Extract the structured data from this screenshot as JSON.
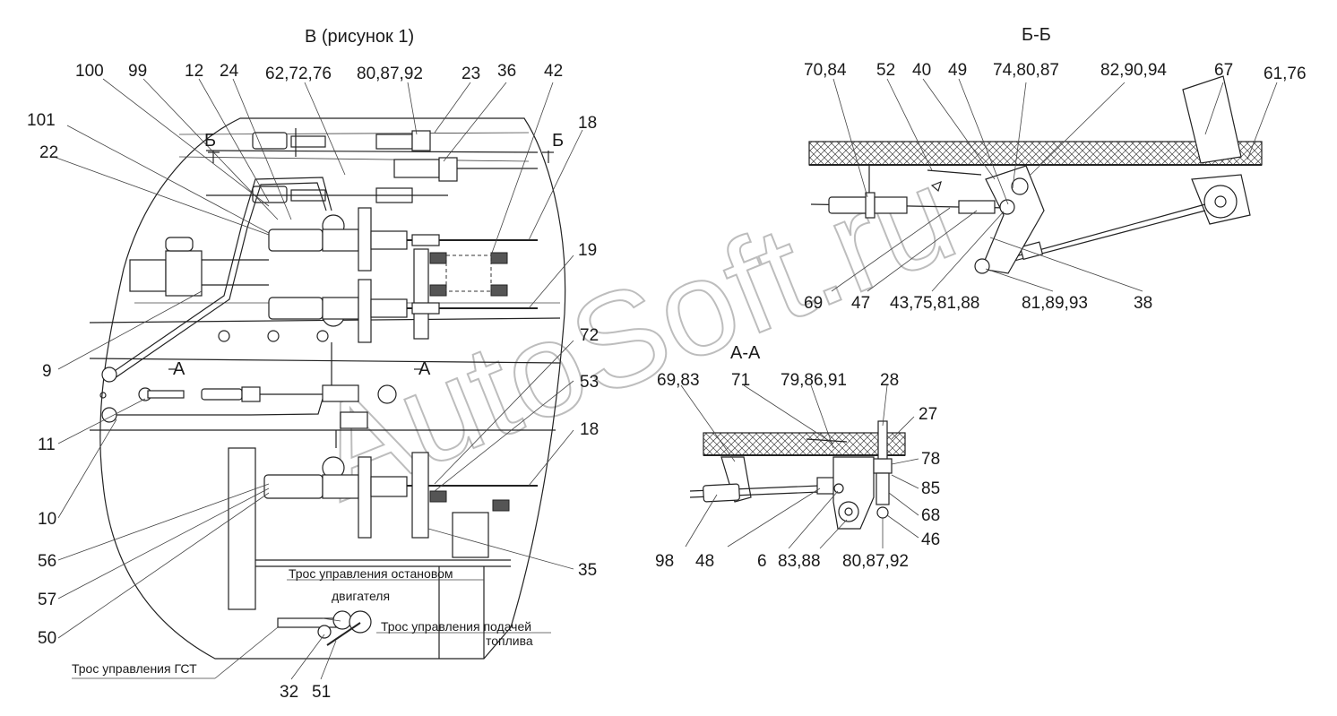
{
  "views": {
    "main": {
      "title": "В (рисунок 1)",
      "section_marks": {
        "b_left": "Б",
        "b_right": "Б",
        "a_left": "А",
        "a_right": "А"
      },
      "labels": {
        "l100": "100",
        "l99": "99",
        "l12": "12",
        "l24": "24",
        "l62": "62,72,76",
        "l80": "80,87,92",
        "l23": "23",
        "l36": "36",
        "l42": "42",
        "l18a": "18",
        "l101": "101",
        "l22": "22",
        "l19": "19",
        "l9": "9",
        "l72": "72",
        "l53": "53",
        "l18b": "18",
        "l11": "11",
        "l10": "10",
        "l56": "56",
        "l35": "35",
        "l57": "57",
        "l50": "50",
        "l32": "32",
        "l51": "51"
      },
      "notes": {
        "stop_cable_1": "Трос управления остановом",
        "stop_cable_2": "двигателя",
        "fuel_cable_1": "Трос управления подачей",
        "fuel_cable_2": "топлива",
        "gst_cable": "Трос управления ГСТ"
      }
    },
    "section_bb": {
      "title": "Б-Б",
      "labels": {
        "l70": "70,84",
        "l52": "52",
        "l40": "40",
        "l49": "49",
        "l74": "74,80,87",
        "l82": "82,90,94",
        "l67": "67",
        "l61": "61,76",
        "l69": "69",
        "l47": "47",
        "l43": "43,75,81,88",
        "l81": "81,89,93",
        "l38": "38"
      }
    },
    "section_aa": {
      "title": "А-А",
      "labels": {
        "l69": "69,83",
        "l71": "71",
        "l79": "79,86,91",
        "l28": "28",
        "l27": "27",
        "l78": "78",
        "l85": "85",
        "l68": "68",
        "l46": "46",
        "l98": "98",
        "l48": "48",
        "l6": "6",
        "l83": "83,88",
        "l80": "80,87,92"
      }
    }
  },
  "watermark": "AutoSoft.ru"
}
